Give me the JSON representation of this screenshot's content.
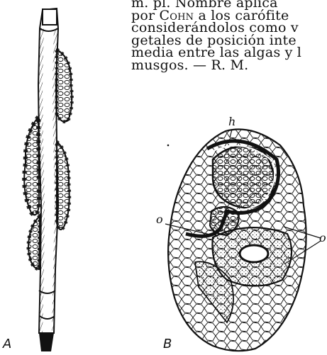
{
  "text": {
    "line1": "m. pl. Nombre aplica",
    "line2_pre": "por ",
    "line2_author": "Cohn",
    "line2_post": " a los carófite",
    "line3": "considerándolos como v",
    "line4": "getales de posición inte",
    "line5": "media entre las algas y l",
    "line6": "musgos. — R. M."
  },
  "figures": {
    "label_a": "A",
    "label_b": "B",
    "callout_h": "h",
    "callout_o_left": "o",
    "callout_o_right": "o"
  },
  "colors": {
    "ink": "#111111",
    "paper": "#ffffff"
  }
}
